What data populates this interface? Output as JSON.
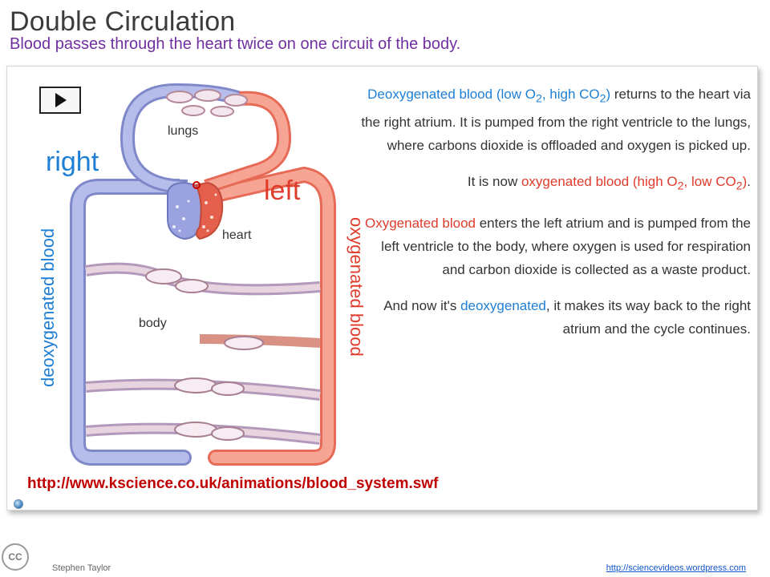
{
  "slide": {
    "title": "Double Circulation",
    "subtitle": "Blood passes through the heart twice on one circuit of the body."
  },
  "diagram": {
    "label_right": "right",
    "label_left": "left",
    "label_lungs": "lungs",
    "label_heart": "heart",
    "label_body": "body",
    "label_deoxygenated": "deoxygenated blood",
    "label_oxygenated": "oxygenated blood",
    "colors": {
      "deoxygenated": "#9aa3e0",
      "oxygenated": "#f0826f"
    }
  },
  "description": {
    "p1_a": "Deoxygenated blood (low O",
    "p1_sub1": "2",
    "p1_b": ", high CO",
    "p1_sub2": "2",
    "p1_c": ")",
    "p1_rest": " returns to the heart via the right atrium. It is pumped from the right ventricle to the lungs, where carbons dioxide is offloaded and oxygen is picked up.",
    "p2_prefix": "It is now ",
    "p2_a": "oxygenated blood (high O",
    "p2_sub1": "2",
    "p2_b": ", low CO",
    "p2_sub2": "2",
    "p2_c": ")",
    "p2_end": ".",
    "p3_highlight": "Oxygenated blood",
    "p3_rest": " enters the left atrium and is pumped from the left ventricle to the body, where oxygen is used for respiration and carbon dioxide is collected as a waste product.",
    "p4_prefix": "And now it's ",
    "p4_highlight": "deoxygenated",
    "p4_rest": ", it makes its way back to the right atrium and the cycle continues."
  },
  "animation_url": "http://www.kscience.co.uk/animations/blood_system.swf",
  "footer": {
    "author": "Stephen Taylor",
    "link": "http://sciencevideos.wordpress.com",
    "cc_label": "CC"
  }
}
